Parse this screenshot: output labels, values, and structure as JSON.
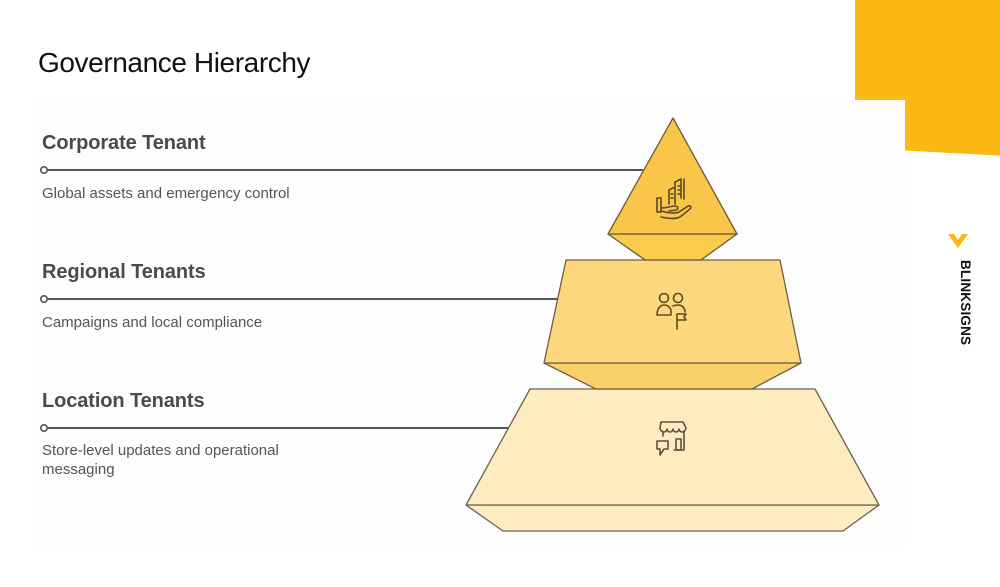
{
  "page": {
    "title": "Governance Hierarchy"
  },
  "brand": {
    "name": "BLINKSIGNS",
    "accent_color": "#FDB913",
    "icon": "chevron-down-logo-icon"
  },
  "colors": {
    "tier1_fill": "#F9C649",
    "tier1_bevel": "#FBCB4E",
    "tier2_fill": "#FCD77B",
    "tier2_bevel": "#FBD06A",
    "tier3_fill": "#FEEBC0",
    "tier3_bevel": "#FEEDC4",
    "outline": "#6b5f45",
    "line": "#555555",
    "icon_stroke": "#6b5526"
  },
  "tiers": [
    {
      "heading": "Corporate Tenant",
      "description": "Global assets and emergency control",
      "icon": "hand-holding-buildings-icon"
    },
    {
      "heading": "Regional Tenants",
      "description": "Campaigns and local compliance",
      "icon": "users-with-flag-icon"
    },
    {
      "heading": "Location Tenants",
      "description": "Store-level updates and operational messaging",
      "icon": "storefront-feedback-icon"
    }
  ]
}
